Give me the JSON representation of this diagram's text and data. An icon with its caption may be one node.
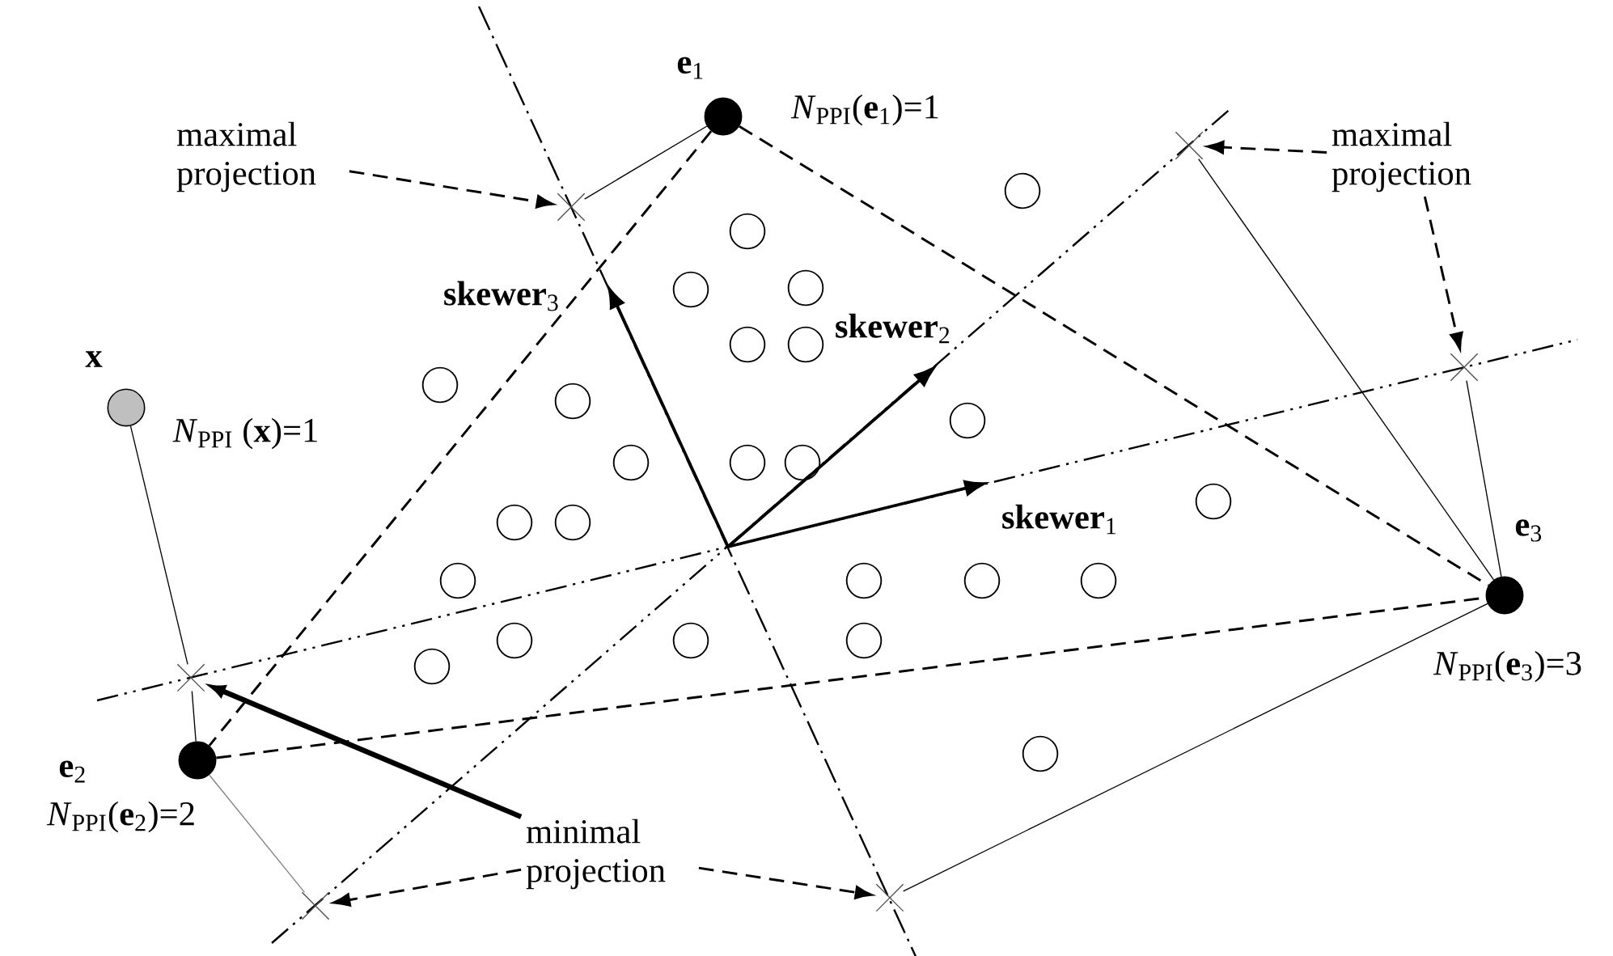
{
  "diagram": {
    "nodes": [
      {
        "text": [
          "**e**$_{1}$"
        ],
        "beside": [
          "*N*$_{PPI}$(**e**$_{1}$)=1"
        ]
      },
      {
        "text": [
          "maximal projection"
        ]
      },
      {
        "text": [
          "maximal projection"
        ]
      },
      {
        "text": [
          "x"
        ],
        "beside": [
          "*N*$_{PPI}$ (**x**)=1"
        ]
      },
      {
        "text": [
          "**e**$_{3}$"
        ],
        "beside": [
          "*N*$_{PPI}$(**e**$_{3}$)=3"
        ]
      },
      {
        "text": [
          "**e**$_{2}$"
        ],
        "beside": [
          "*N*$_{PPI}$(**e**$_{2}$)=2"
        ]
      },
      {
        "text": [
          "minimal projection"
        ]
      },
      {
        "text": [],
        "shape": "cross"
      },
      {
        "text": [],
        "shape": "cross"
      },
      {
        "text": [],
        "shape": "cross"
      },
      {
        "text": [],
        "shape": "cross"
      },
      {
        "text": [],
        "shape": "cross"
      },
      {
        "text": [],
        "shape": "cross"
      },
      {
        "text": [],
        "shape": "circle"
      },
      {
        "text": [],
        "shape": "circle"
      },
      {
        "text": [],
        "shape": "circle"
      },
      {
        "text": [],
        "shape": "circle"
      },
      {
        "text": [],
        "shape": "circle"
      },
      {
        "text": [],
        "shape": "circle"
      },
      {
        "text": [],
        "shape": "circle"
      },
      {
        "text": [],
        "shape": "circle"
      },
      {
        "text": [],
        "shape": "circle"
      },
      {
        "text": [],
        "shape": "circle"
      },
      {
        "text": [],
        "shape": "circle"
      },
      {
        "text": [],
        "shape": "circle"
      },
      {
        "text": [],
        "shape": "circle"
      },
      {
        "text": [],
        "shape": "circle"
      },
      {
        "text": [],
        "shape": "circle"
      },
      {
        "text": [],
        "shape": "circle"
      },
      {
        "text": [],
        "shape": "circle"
      },
      {
        "text": [],
        "shape": "circle"
      },
      {
        "text": [],
        "shape": "circle"
      },
      {
        "text": [],
        "shape": "circle"
      },
      {
        "text": [],
        "shape": "circle"
      },
      {
        "text": [],
        "shape": "circle"
      },
      {
        "text": [],
        "shape": "circle"
      },
      {
        "text": [],
        "shape": "circle"
      }
    ],
    "edges": [
      {
        "from": 0,
        "to": 9,
        "arrow": "none"
      },
      {
        "from": 4,
        "to": 11,
        "arrow": "none"
      },
      {
        "from": 4,
        "to": 12,
        "arrow": "none"
      },
      {
        "from": 3,
        "to": 7,
        "arrow": "none"
      },
      {
        "from": 5,
        "to": 7,
        "arrow": "none"
      },
      {
        "from": 5,
        "to": 8,
        "arrow": "none",
        "color": "#808080"
      },
      {
        "from": 4,
        "to": 10,
        "arrow": "none"
      },
      {
        "from": 0,
        "to": 5,
        "arrow": "none",
        "style": "dashed"
      },
      {
        "from": 0,
        "to": 4,
        "arrow": "none",
        "style": "dashed"
      },
      {
        "from": 5,
        "to": 4,
        "arrow": "none",
        "style": "dashed"
      },
      {
        "from": 1,
        "to": 9,
        "arrow": "to",
        "style": "dashed"
      },
      {
        "from": 2,
        "to": 11,
        "arrow": "to",
        "style": "dashed"
      },
      {
        "from": 2,
        "to": 12,
        "arrow": "to",
        "style": "dashed"
      },
      {
        "from": 6,
        "to": 7,
        "arrow": "to",
        "style": "thick"
      },
      {
        "from": 6,
        "to": 8,
        "arrow": "to",
        "style": "dashed"
      },
      {
        "from": 6,
        "to": 10,
        "arrow": "to",
        "style": "dashed"
      }
    ],
    "labels": [
      "**skewer**$_{3}$",
      "**skewer**$_{2}$",
      "**skewer**$_{1}$"
    ]
  }
}
